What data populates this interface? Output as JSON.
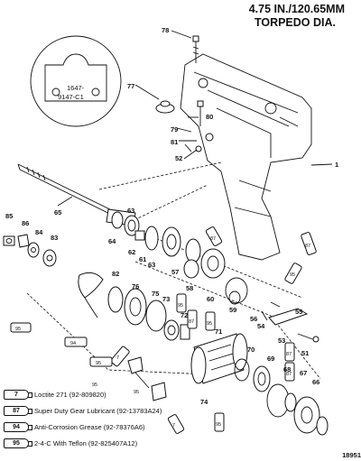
{
  "header": {
    "line1": "4.75 IN./120.65MM",
    "line2": "TORPEDO DIA."
  },
  "inset_label": {
    "line1": "1647-",
    "line2": "9147-C1"
  },
  "part_numbers": [
    "78",
    "77",
    "80",
    "79",
    "81",
    "52",
    "1",
    "85",
    "86",
    "84",
    "83",
    "65",
    "63",
    "64",
    "62",
    "61",
    "63",
    "82",
    "76",
    "75",
    "73",
    "57",
    "58",
    "60",
    "59",
    "56",
    "55",
    "54",
    "53",
    "51",
    "72",
    "71",
    "70",
    "69",
    "68",
    "67",
    "66",
    "74"
  ],
  "lubricant_codes": [
    "87",
    "87",
    "95",
    "7",
    "94",
    "95",
    "87",
    "87",
    "95",
    "7",
    "95",
    "95",
    "95",
    "87",
    "95",
    "95"
  ],
  "legend": [
    {
      "code": "7",
      "text": "Loctite 271 (92-809820)"
    },
    {
      "code": "87",
      "text": "Super Duty Gear Lubricant (92-13783A24)"
    },
    {
      "code": "94",
      "text": "Anti-Corrosion Grease (92-78376A6)"
    },
    {
      "code": "95",
      "text": "2-4-C  With Teflon (92-825407A12)"
    }
  ],
  "figure_id": "18951"
}
